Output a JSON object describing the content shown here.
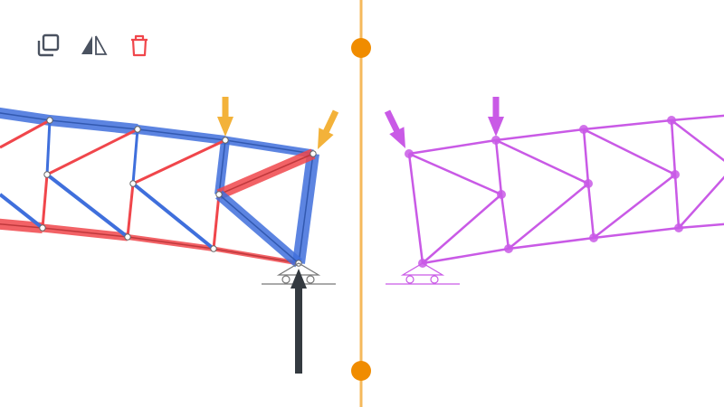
{
  "toolbar": {
    "buttons": [
      {
        "name": "duplicate-button",
        "icon": "copy-icon"
      },
      {
        "name": "mirror-button",
        "icon": "flip-horizontal-icon"
      },
      {
        "name": "delete-button",
        "icon": "trash-icon"
      }
    ]
  },
  "colors": {
    "compression": "#3f6fdc",
    "tension": "#f0464b",
    "secondary_truss": "#c95ae6",
    "load_arrow": "#f3b23a",
    "reaction_arrow": "#343a40",
    "divider": "#f5b95c",
    "divider_handle": "#f08c00",
    "icon": "#4a5260",
    "delete_icon": "#f0464b"
  },
  "comparison_view": {
    "left_panel": "force-result",
    "right_panel": "geometry",
    "divider_handles": 2
  }
}
